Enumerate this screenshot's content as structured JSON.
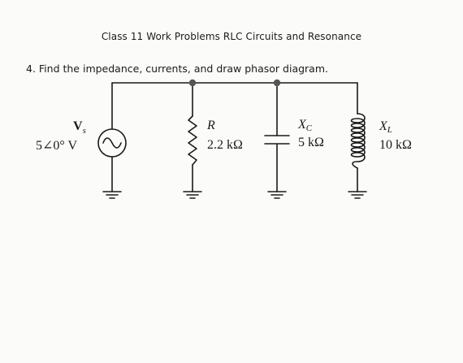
{
  "document": {
    "heading": "Class 11 Work Problems RLC Circuits and Resonance",
    "problem": "4. Find the impedance, currents, and draw phasor diagram."
  },
  "circuit": {
    "source": {
      "symbol": "V",
      "subscript": "s",
      "value": "5∠0° V"
    },
    "resistor": {
      "symbol": "R",
      "value": "2.2 kΩ"
    },
    "capacitor": {
      "symbol": "X",
      "subscript": "C",
      "value": "5 kΩ"
    },
    "inductor": {
      "symbol": "X",
      "subscript": "L",
      "value": "10 kΩ"
    }
  },
  "colors": {
    "ink": "#1a1a1a",
    "paper": "#fbfbf9"
  }
}
